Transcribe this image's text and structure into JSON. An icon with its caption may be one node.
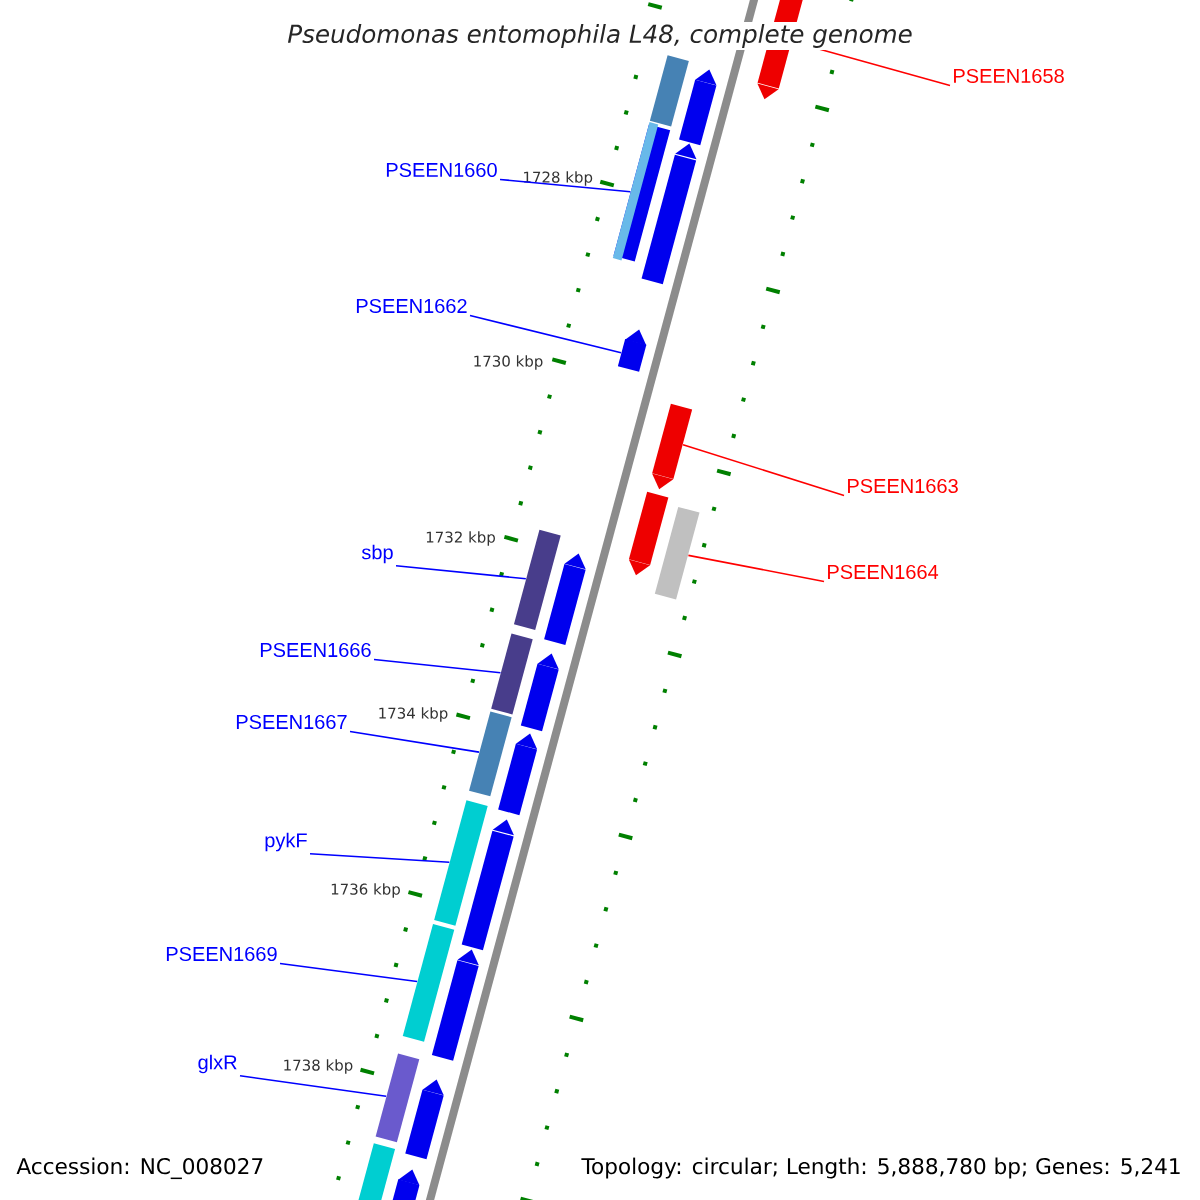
{
  "diagram": {
    "title": "Pseudomonas entomophila L48, complete genome",
    "nodes": [
      {
        "text": [
          "PSEEN1658"
        ]
      },
      {
        "text": [],
        "shape": "bar"
      },
      {
        "text": [
          "PSEEN1660"
        ]
      },
      {
        "text": [],
        "shape": "bar"
      },
      {
        "text": [
          "PSEEN1662"
        ]
      },
      {
        "text": [],
        "shape": "bar"
      },
      {
        "text": [
          "PSEEN1663"
        ]
      },
      {
        "text": [],
        "shape": "bar"
      },
      {
        "text": [
          "PSEEN1664"
        ]
      },
      {
        "text": [],
        "shape": "bar"
      },
      {
        "text": [
          "sbp"
        ]
      },
      {
        "text": [],
        "shape": "bar"
      },
      {
        "text": [
          "PSEEN1666"
        ]
      },
      {
        "text": [],
        "shape": "bar"
      },
      {
        "text": [
          "PSEEN1667"
        ]
      },
      {
        "text": [],
        "shape": "bar"
      },
      {
        "text": [
          "pykF"
        ]
      },
      {
        "text": [],
        "shape": "bar"
      },
      {
        "text": [
          "PSEEN1669"
        ]
      },
      {
        "text": [],
        "shape": "bar"
      },
      {
        "text": [
          "glxR"
        ]
      },
      {
        "text": [],
        "shape": "bar"
      },
      {
        "text": [],
        "shape": "bar"
      },
      {
        "text": [],
        "shape": "bar"
      },
      {
        "text": [],
        "shape": "bar"
      },
      {
        "text": [],
        "shape": "bar"
      },
      {
        "text": [],
        "shape": "bar"
      },
      {
        "text": [],
        "shape": "bar"
      },
      {
        "text": [],
        "shape": "bar"
      },
      {
        "text": [],
        "shape": "bar"
      },
      {
        "text": [],
        "shape": "bar"
      },
      {
        "text": [],
        "shape": "bar"
      },
      {
        "text": [],
        "shape": "bar"
      },
      {
        "text": [],
        "shape": "bar"
      }
    ],
    "edges": [
      {
        "from": 0,
        "to": 1,
        "arrow": "none",
        "color": "#ff0000"
      },
      {
        "from": 2,
        "to": 3,
        "arrow": "none"
      },
      {
        "from": 4,
        "to": 5,
        "arrow": "none"
      },
      {
        "from": 6,
        "to": 7,
        "arrow": "none",
        "color": "#ff0000"
      },
      {
        "from": 8,
        "to": 9,
        "arrow": "none",
        "color": "#ff0000"
      },
      {
        "from": 10,
        "to": 11,
        "arrow": "none"
      },
      {
        "from": 12,
        "to": 13,
        "arrow": "none"
      },
      {
        "from": 14,
        "to": 15,
        "arrow": "none"
      },
      {
        "from": 16,
        "to": 17,
        "arrow": "none"
      },
      {
        "from": 18,
        "to": 19,
        "arrow": "none"
      },
      {
        "from": 20,
        "to": 21,
        "arrow": "none"
      }
    ],
    "labels": [
      "1728 kbp",
      "1730 kbp",
      "1732 kbp",
      "1734 kbp",
      "1736 kbp",
      "1738 kbp",
      "Accession: NC_008027",
      "Topology: circular; Length: 5,888,780 bp; Genes: 5,241"
    ]
  }
}
